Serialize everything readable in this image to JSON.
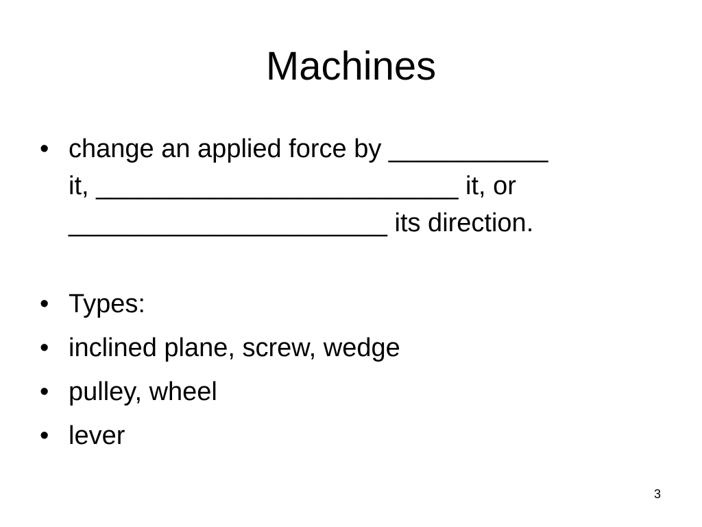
{
  "slide": {
    "title": "Machines",
    "bullets": [
      {
        "symbol": "•",
        "lines": [
          "change an applied force by ___________",
          "it, _________________________ it, or",
          "______________________ its direction."
        ]
      },
      {
        "symbol": "•",
        "text": "Types:"
      },
      {
        "symbol": "•",
        "text": "inclined plane, screw, wedge"
      },
      {
        "symbol": "•",
        "text": "pulley, wheel"
      },
      {
        "symbol": "•",
        "text": "lever"
      }
    ],
    "page_number": "3"
  }
}
